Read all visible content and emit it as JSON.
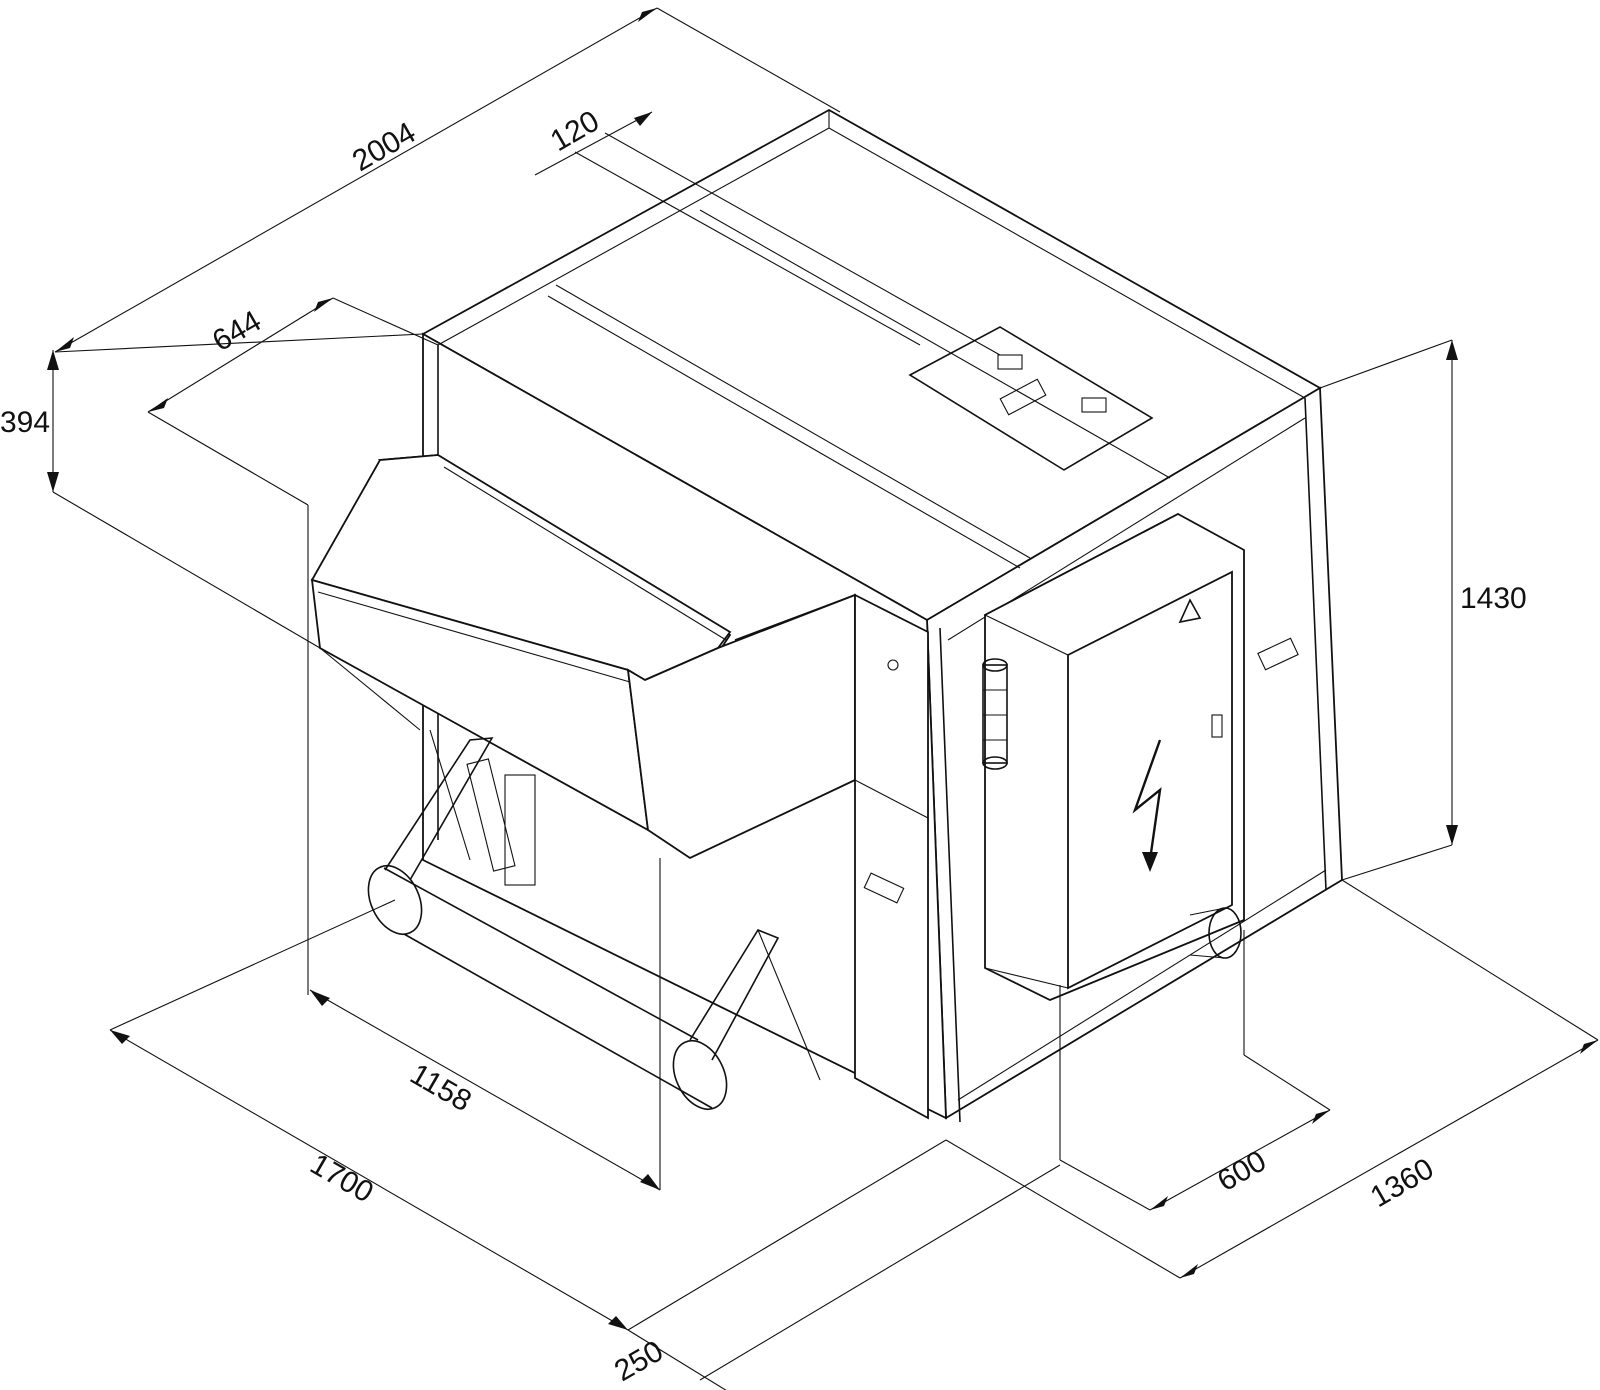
{
  "drawing": {
    "colors": {
      "ink": "#111111",
      "paper": "#ffffff"
    },
    "icons": [
      "warning-triangle-icon",
      "high-voltage-icon",
      "beacon-light-icon"
    ]
  },
  "dimensions": {
    "total_length": "2004",
    "top_offset": "120",
    "hopper_depth": "644",
    "hopper_height": "394",
    "total_height": "1430",
    "hopper_width": "1158",
    "width": "1700",
    "cabinet_depth": "600",
    "depth": "1360",
    "overhang": "250"
  }
}
